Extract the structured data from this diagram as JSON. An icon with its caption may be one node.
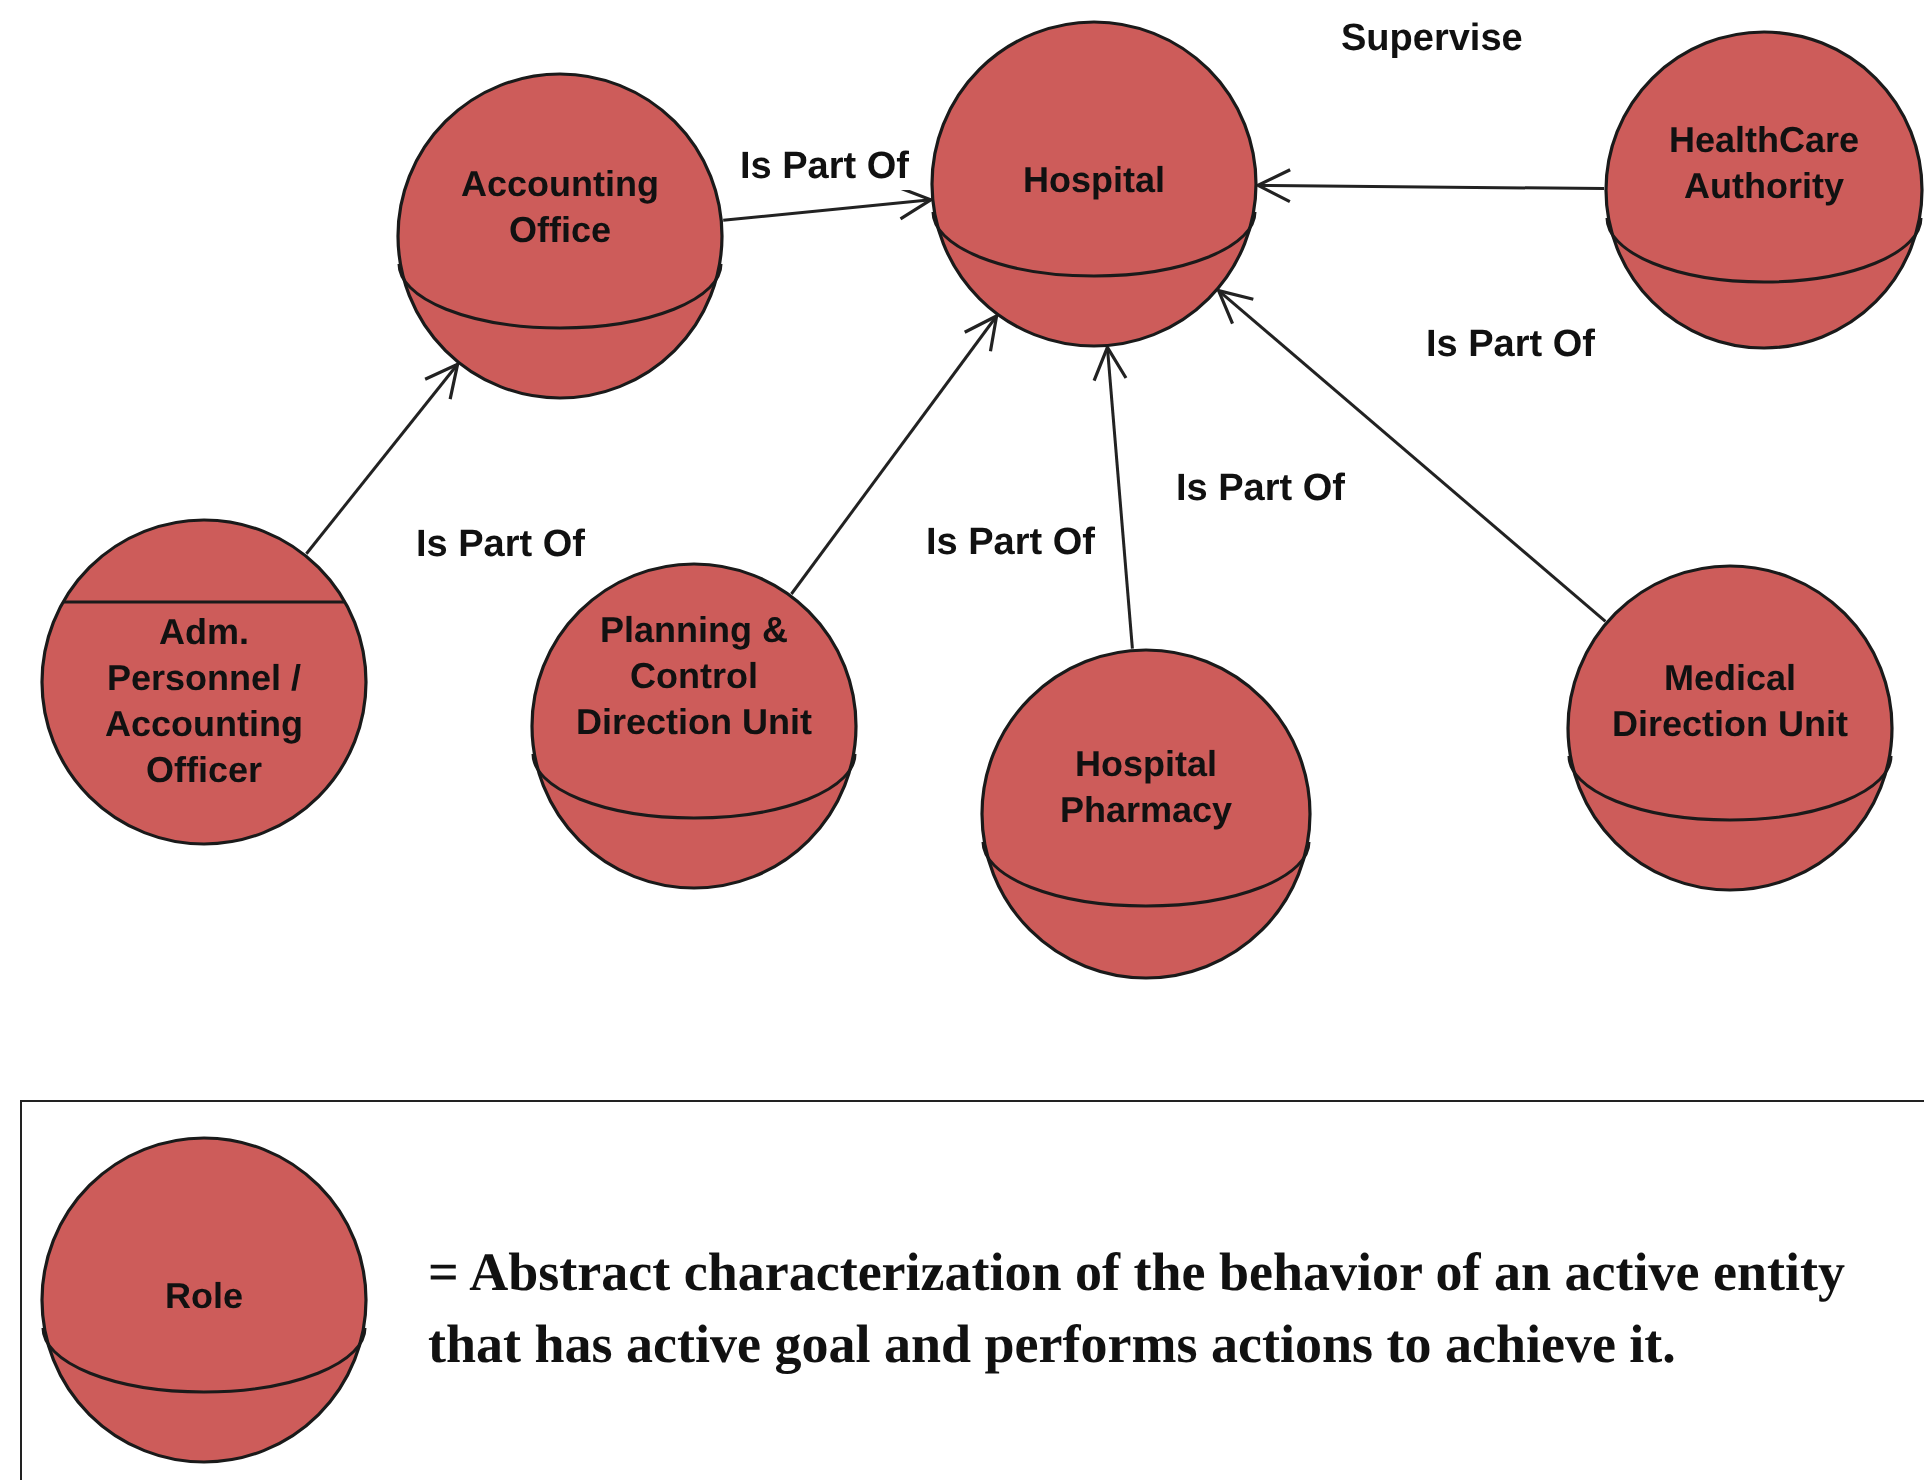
{
  "diagram": {
    "nodes": [
      {
        "text": [
          "Accounting Office"
        ]
      },
      {
        "text": [
          "Hospital"
        ]
      },
      {
        "text": [
          "HealthCare Authority"
        ]
      },
      {
        "text": [
          "Adm. Personnel / Accounting Officer"
        ]
      },
      {
        "text": [
          "Planning & Control Direction Unit"
        ]
      },
      {
        "text": [
          "Hospital Pharmacy"
        ]
      },
      {
        "text": [
          "Medical Direction Unit"
        ]
      },
      {
        "text": [
          "Role"
        ]
      }
    ],
    "edges": [
      {
        "from": 3,
        "to": 0,
        "arrow": "to",
        "label": "Is Part Of"
      },
      {
        "from": 0,
        "to": 1,
        "arrow": "to",
        "label": "Is Part Of"
      },
      {
        "from": 4,
        "to": 1,
        "arrow": "to",
        "label": "Is Part Of"
      },
      {
        "from": 5,
        "to": 1,
        "arrow": "to",
        "label": "Is Part Of"
      },
      {
        "from": 6,
        "to": 1,
        "arrow": "to",
        "label": "Is Part Of"
      },
      {
        "from": 2,
        "to": 1,
        "arrow": "to",
        "label": "Supervise"
      }
    ],
    "legend": [
      {
        "text": "= Abstract characterization of the behavior of an active entity that has active goal and performs actions to achieve it."
      }
    ]
  }
}
